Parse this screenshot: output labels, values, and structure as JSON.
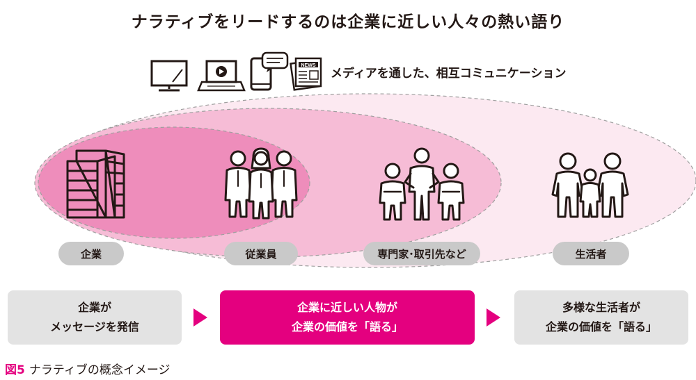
{
  "title": "ナラティブをリードするのは企業に近しい人々の熱い語り",
  "media": {
    "caption": "メディアを通した、相互コミュニケーション",
    "icons": [
      "tv-icon",
      "laptop-video-icon",
      "smartphone-chat-icon",
      "newspaper-icon"
    ],
    "newspaper_text": "NEWS"
  },
  "groups": [
    {
      "id": "company",
      "label": "企業",
      "icon": "building-icon"
    },
    {
      "id": "employees",
      "label": "従業員",
      "icon": "employees-icon"
    },
    {
      "id": "experts",
      "label": "専門家･取引先など",
      "icon": "experts-icon"
    },
    {
      "id": "consumers",
      "label": "生活者",
      "icon": "family-icon"
    }
  ],
  "flow": [
    {
      "line1": "企業が",
      "line2": "メッセージを発信"
    },
    {
      "line1": "企業に近しい人物が",
      "line2": "企業の価値を「語る」"
    },
    {
      "line1": "多様な生活者が",
      "line2": "企業の価値を「語る」"
    }
  ],
  "figure": {
    "number": "図5",
    "caption": "ナラティブの概念イメージ"
  },
  "colors": {
    "accent": "#e4007f",
    "ellipse_inner": "#ee8dbb",
    "ellipse_middle": "#f6bcd6",
    "ellipse_outer": "#fce9f1",
    "pill": "#c9c9c9",
    "box": "#e3e3e3"
  }
}
